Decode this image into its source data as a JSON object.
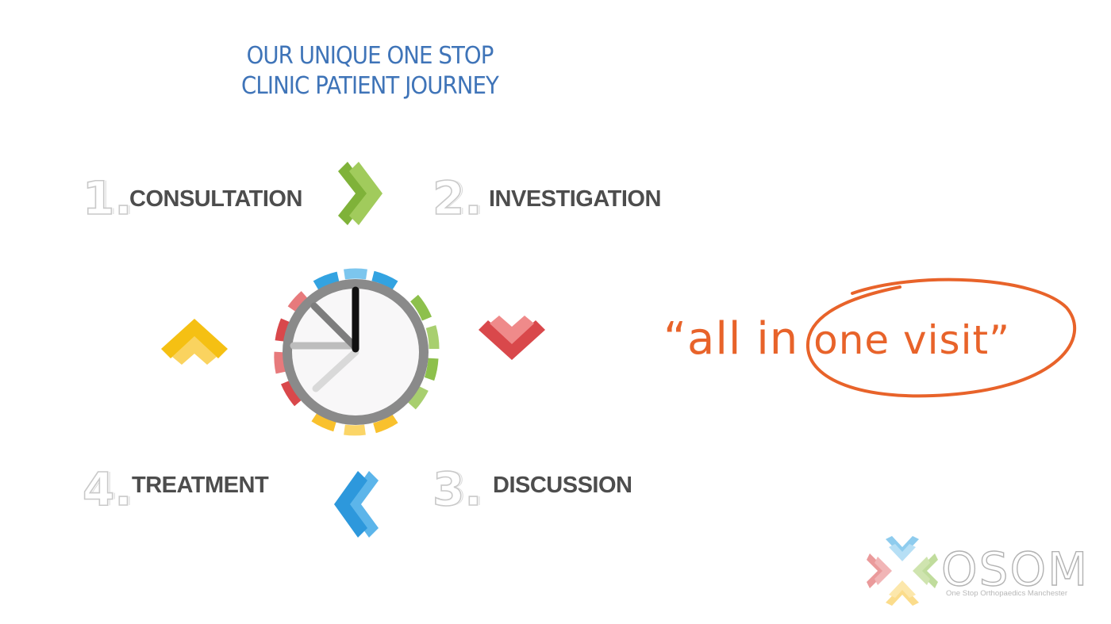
{
  "title": {
    "line1": "OUR UNIQUE ONE STOP",
    "line2": "CLINIC PATIENT JOURNEY"
  },
  "steps": [
    {
      "number": "1.",
      "label": "CONSULTATION"
    },
    {
      "number": "2.",
      "label": "INVESTIGATION"
    },
    {
      "number": "3.",
      "label": "DISCUSSION"
    },
    {
      "number": "4.",
      "label": "TREATMENT"
    }
  ],
  "arrows": [
    {
      "icon": "chevron-right-icon",
      "color": "#7fb239"
    },
    {
      "icon": "chevron-down-icon",
      "color": "#d9484b"
    },
    {
      "icon": "chevron-left-icon",
      "color": "#2d98dc"
    },
    {
      "icon": "chevron-up-icon",
      "color": "#f5c013"
    }
  ],
  "clock": {
    "icon": "clock-icon",
    "ring_colors": [
      "#33a3e1",
      "#8dc04c",
      "#f9c12d",
      "#d9484b"
    ]
  },
  "quote": {
    "lead": "“all in ",
    "highlight": "one visit”",
    "color": "#e8632a"
  },
  "logo": {
    "wordmark": "OSOM",
    "tagline": "One Stop Orthopaedics Manchester"
  }
}
